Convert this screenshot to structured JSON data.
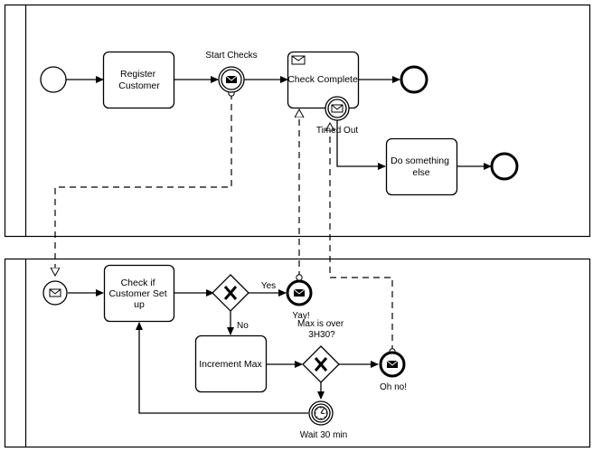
{
  "pools": [
    {
      "name": ""
    },
    {
      "name": ""
    }
  ],
  "tasks": {
    "register_customer": [
      "Register",
      "Customer"
    ],
    "check_complete": [
      "Check Complete"
    ],
    "do_something_else": [
      "Do something",
      "else"
    ],
    "check_setup": [
      "Check if",
      "Customer Set",
      "up"
    ],
    "increment_max": [
      "Increment Max"
    ]
  },
  "labels": {
    "start_checks": "Start Checks",
    "timed_out": "Timed Out",
    "yes": "Yes",
    "no": "No",
    "yay": "Yay!",
    "max_over": [
      "Max is over",
      "3H30?"
    ],
    "oh_no": "Oh no!",
    "wait_30": "Wait 30 min"
  },
  "icons": {
    "message": "envelope-icon",
    "timer": "clock-icon",
    "gateway": "x-marker-icon"
  },
  "colors": {
    "stroke": "#000000",
    "fill": "#ffffff"
  }
}
